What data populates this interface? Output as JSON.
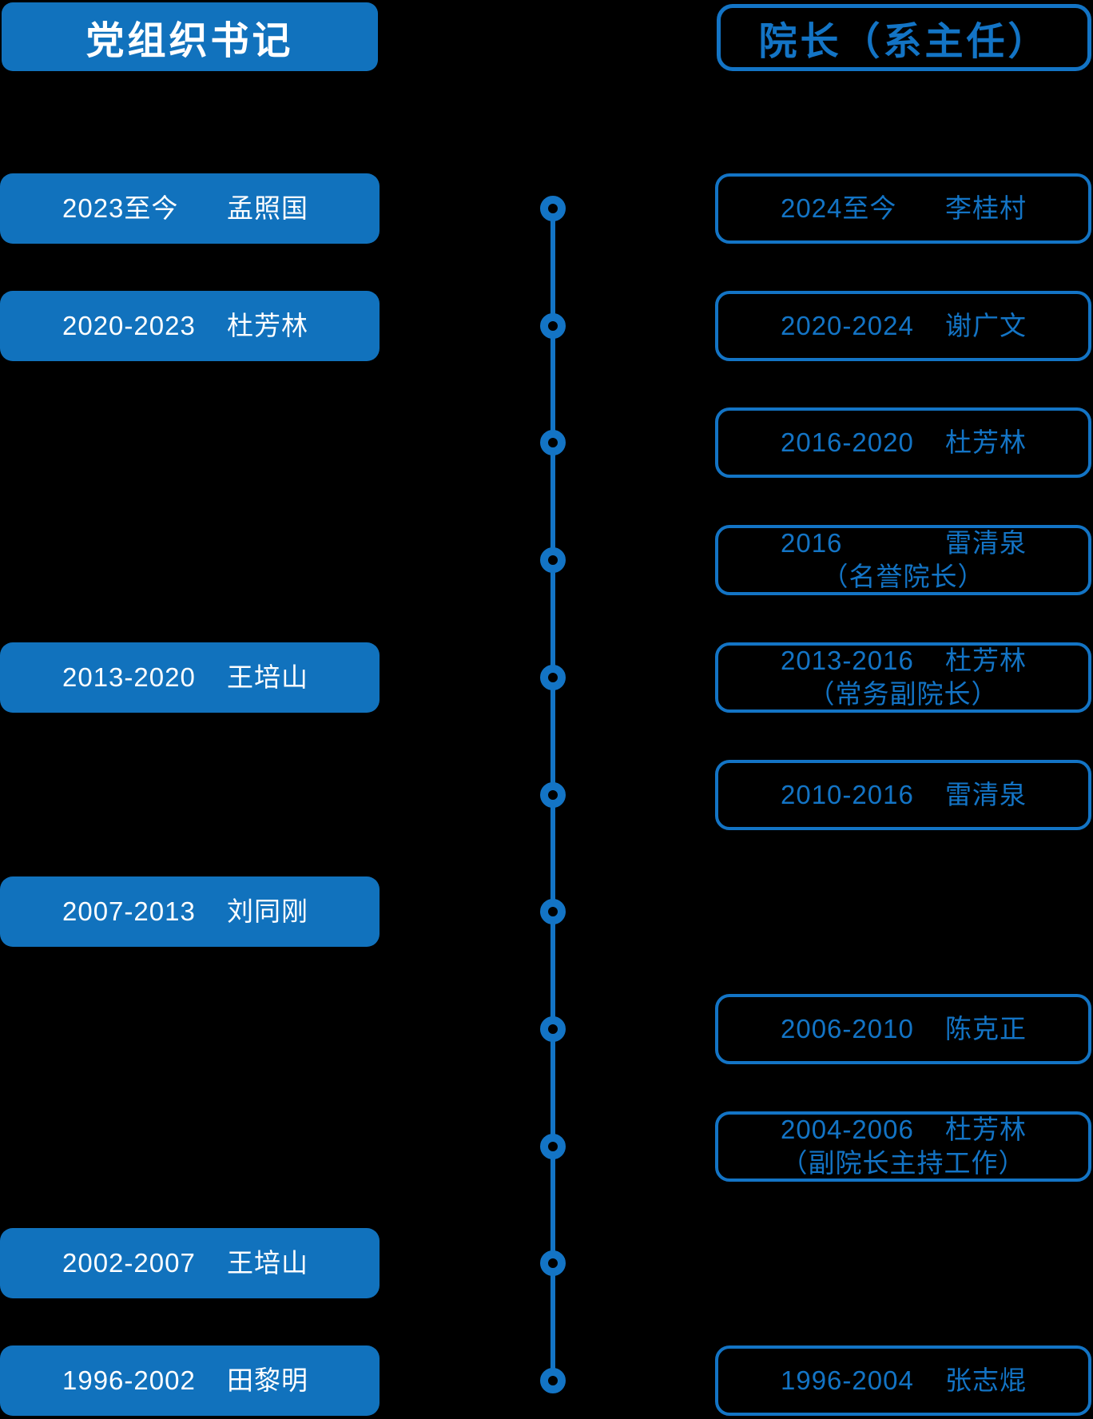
{
  "colors": {
    "background": "#000000",
    "box_fill_blue": "#1172BD",
    "outline_text_blue": "#1374C5",
    "filled_box_text": "#FFFFFF"
  },
  "left_column": {
    "header": "党组织书记",
    "items": [
      {
        "period": "2023至今",
        "name": "孟照国",
        "note": "",
        "row": 1
      },
      {
        "period": "2020-2023",
        "name": "杜芳林",
        "note": "",
        "row": 2
      },
      {
        "period": "2013-2020",
        "name": "王培山",
        "note": "",
        "row": 5
      },
      {
        "period": "2007-2013",
        "name": "刘同刚",
        "note": "",
        "row": 7
      },
      {
        "period": "2002-2007",
        "name": "王培山",
        "note": "",
        "row": 10
      },
      {
        "period": "1996-2002",
        "name": "田黎明",
        "note": "",
        "row": 11
      }
    ]
  },
  "right_column": {
    "header": "院长（系主任）",
    "items": [
      {
        "period": "2024至今",
        "name": "李桂村",
        "note": "",
        "row": 1
      },
      {
        "period": "2020-2024",
        "name": "谢广文",
        "note": "",
        "row": 2
      },
      {
        "period": "2016-2020",
        "name": "杜芳林",
        "note": "",
        "row": 3
      },
      {
        "period": "2016",
        "name": "雷清泉",
        "note": "（名誉院长）",
        "row": 4
      },
      {
        "period": "2013-2016",
        "name": "杜芳林",
        "note": "（常务副院长）",
        "row": 5
      },
      {
        "period": "2010-2016",
        "name": "雷清泉",
        "note": "",
        "row": 6
      },
      {
        "period": "2006-2010",
        "name": "陈克正",
        "note": "",
        "row": 8
      },
      {
        "period": "2004-2006",
        "name": "杜芳林",
        "note": "（副院长主持工作）",
        "row": 9
      },
      {
        "period": "1996-2004",
        "name": "张志焜",
        "note": "",
        "row": 11
      }
    ]
  },
  "timeline": {
    "dot_rows": [
      1,
      2,
      3,
      4,
      5,
      6,
      7,
      8,
      9,
      10,
      11
    ]
  }
}
